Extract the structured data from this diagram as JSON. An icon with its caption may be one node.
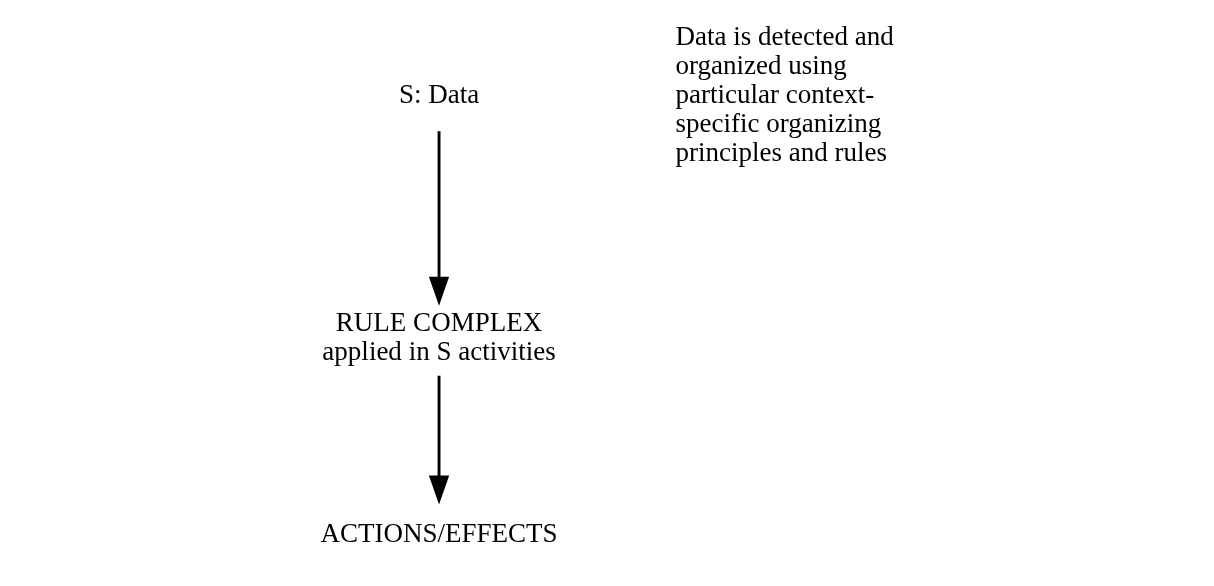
{
  "diagram": {
    "nodes": [
      {
        "text": [
          "S: Data"
        ]
      },
      {
        "text": [
          "RULE COMPLEX",
          "applied in S activities"
        ]
      },
      {
        "text": [
          "ACTIONS/EFFECTS"
        ]
      }
    ],
    "edges": [
      {
        "from": 0,
        "to": 1,
        "arrow": "to"
      },
      {
        "from": 1,
        "to": 2,
        "arrow": "to"
      }
    ],
    "labels": [
      "Data is detected and organized using particular context-specific organizing principles and rules"
    ]
  }
}
